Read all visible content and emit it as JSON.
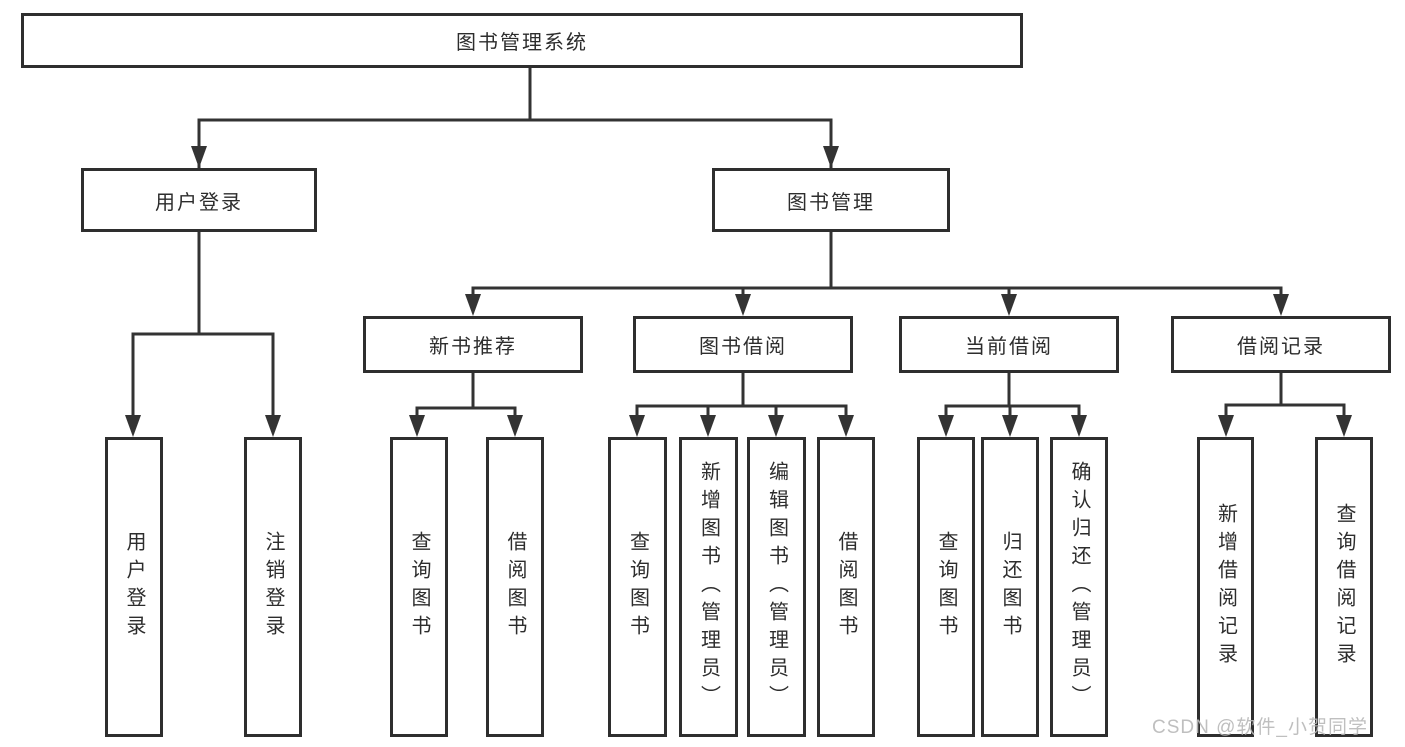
{
  "title": "图书管理系统",
  "colors": {
    "line": "#333333",
    "box_border": "#2e2e2e",
    "text": "#2d2d2d",
    "watermark": "#b9b9b9",
    "background": "#ffffff"
  },
  "nodes": {
    "root": {
      "label": "图书管理系统"
    },
    "user_login": {
      "label": "用户登录"
    },
    "book_mgmt": {
      "label": "图书管理"
    },
    "new_book": {
      "label": "新书推荐"
    },
    "book_borrow": {
      "label": "图书借阅"
    },
    "current_borrow": {
      "label": "当前借阅"
    },
    "borrow_record": {
      "label": "借阅记录"
    },
    "leaf_user_login": {
      "label": "用户登录"
    },
    "leaf_logout": {
      "label": "注销登录"
    },
    "leaf_nb_query": {
      "label": "查询图书"
    },
    "leaf_nb_borrow": {
      "label": "借阅图书"
    },
    "leaf_bb_query": {
      "label": "查询图书"
    },
    "leaf_bb_add": {
      "label": "新增图书（管理员）"
    },
    "leaf_bb_edit": {
      "label": "编辑图书（管理员）"
    },
    "leaf_bb_borrow": {
      "label": "借阅图书"
    },
    "leaf_cb_query": {
      "label": "查询图书"
    },
    "leaf_cb_return": {
      "label": "归还图书"
    },
    "leaf_cb_confirm": {
      "label": "确认归还（管理员）"
    },
    "leaf_br_add": {
      "label": "新增借阅记录"
    },
    "leaf_br_query": {
      "label": "查询借阅记录"
    }
  },
  "watermark": "CSDN @软件_小贺同学"
}
